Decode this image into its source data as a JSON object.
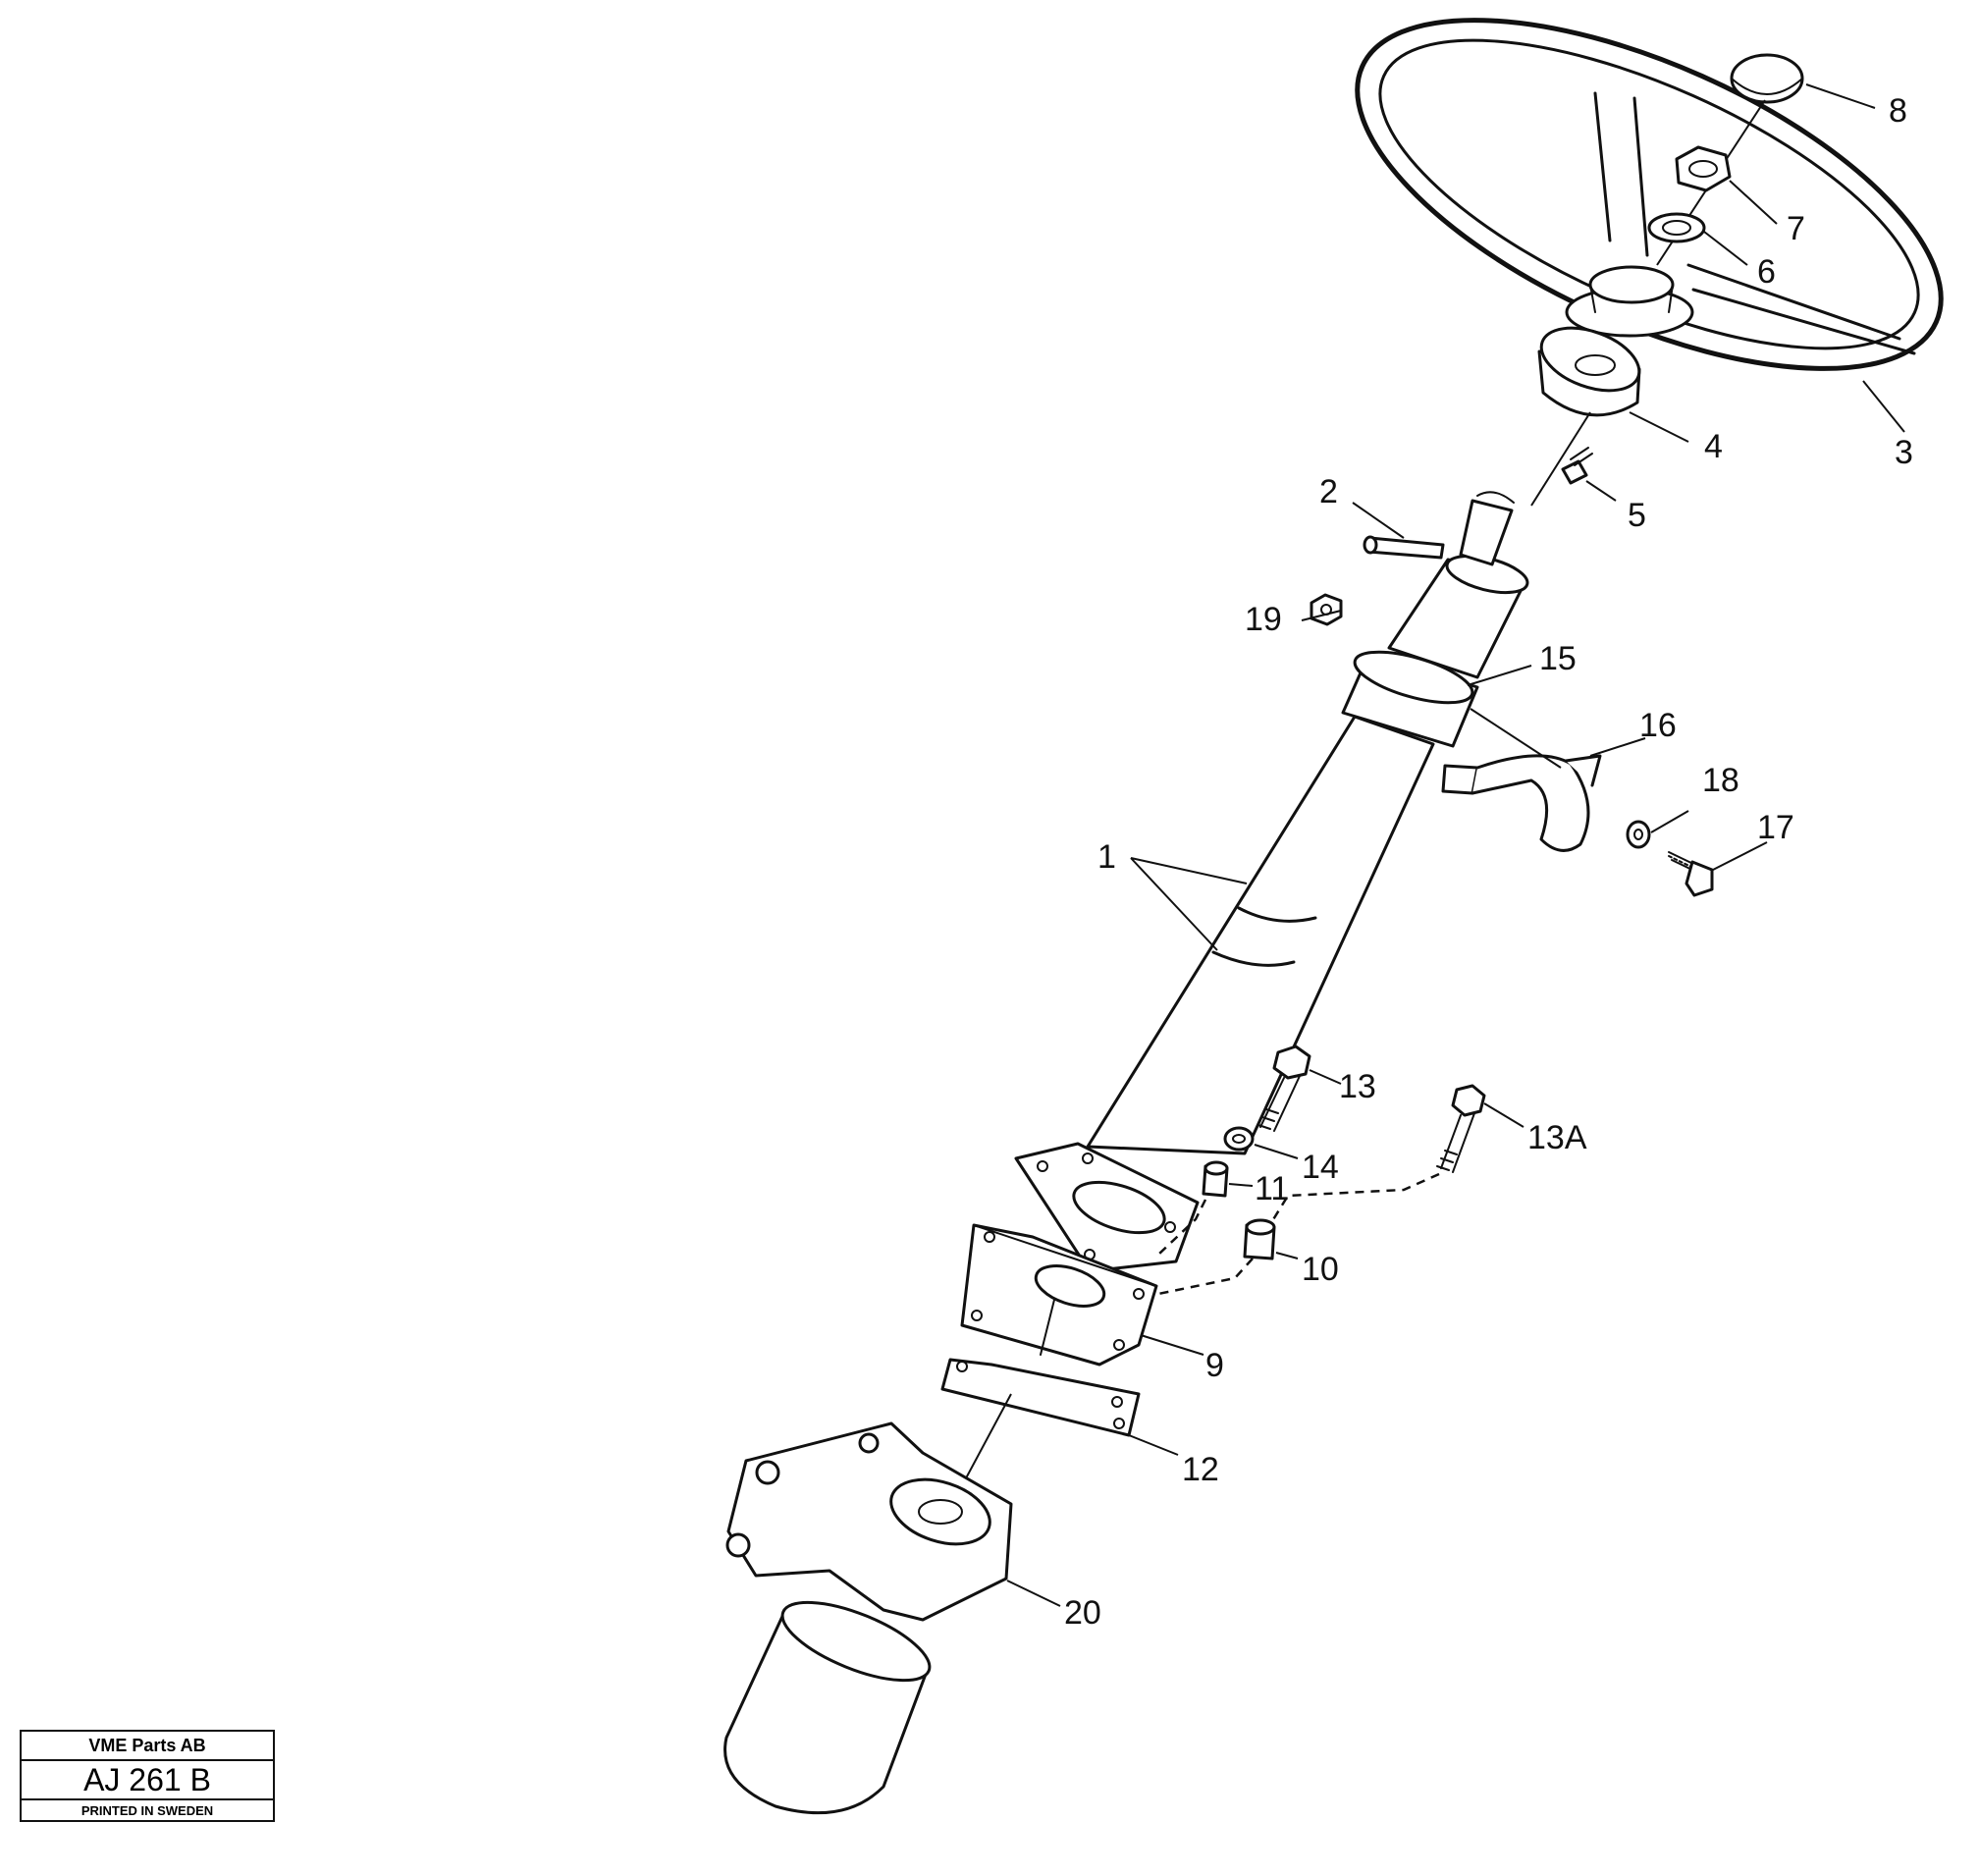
{
  "callouts": {
    "c1": "1",
    "c2": "2",
    "c3": "3",
    "c4": "4",
    "c5": "5",
    "c6": "6",
    "c7": "7",
    "c8": "8",
    "c9": "9",
    "c10": "10",
    "c11": "11",
    "c12": "12",
    "c13": "13",
    "c13a": "13A",
    "c14": "14",
    "c15": "15",
    "c16": "16",
    "c17": "17",
    "c18": "18",
    "c19": "19",
    "c20": "20"
  },
  "title_block": {
    "company": "VME Parts AB",
    "drawing_number": "AJ 261 B",
    "footer": "PRINTED IN SWEDEN"
  }
}
